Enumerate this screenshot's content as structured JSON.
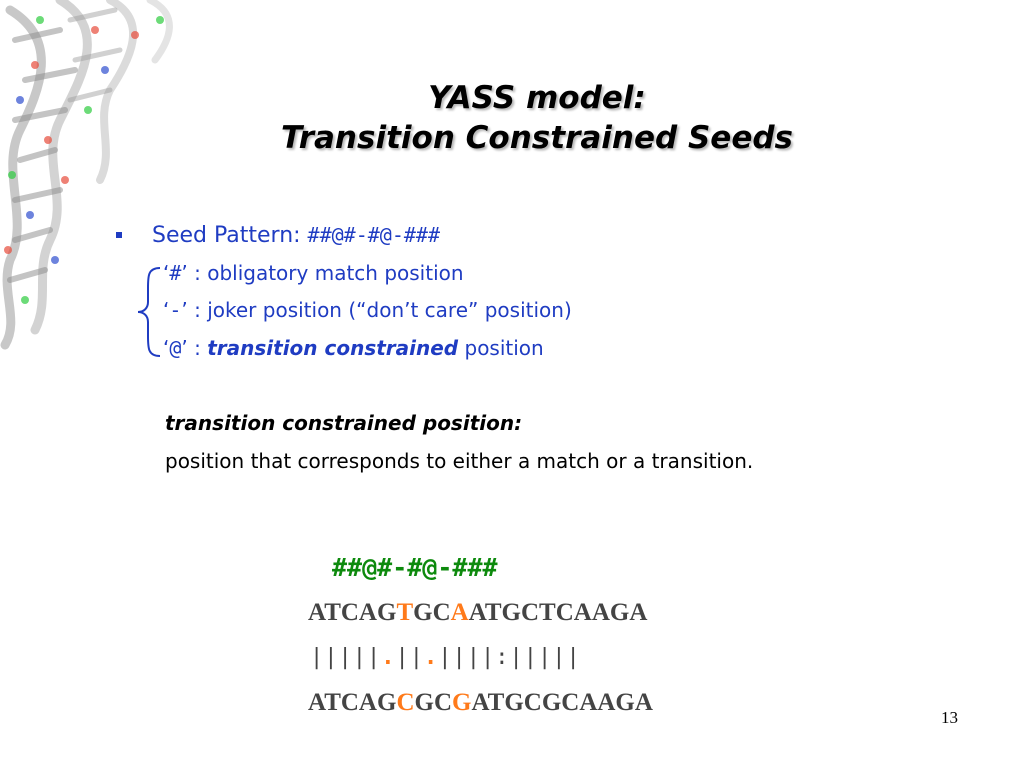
{
  "title": {
    "line1": "YASS model:",
    "line2": "Transition Constrained Seeds"
  },
  "bullet": {
    "label": "Seed Pattern: ",
    "pattern": "##@#-#@-###"
  },
  "definitions": [
    {
      "open": "‘",
      "symbol": "#",
      "close": "’ : ",
      "text": "obligatory match position",
      "emph": "",
      "after": ""
    },
    {
      "open": "‘",
      "symbol": "-",
      "close": "’ : ",
      "text": "joker position (“don’t care” position)",
      "emph": "",
      "after": ""
    },
    {
      "open": "‘",
      "symbol": "@",
      "close": "’ : ",
      "text": "",
      "emph": "transition constrained",
      "after": " position"
    }
  ],
  "note": {
    "heading": "transition constrained position:",
    "body": "position that corresponds to either a match or a transition."
  },
  "example": {
    "seed": "##@#-#@-###",
    "seq1": {
      "pre": "ATCAG",
      "h1": "T",
      "mid": "GC",
      "h2": "A",
      "post": "ATGCTCAAGA"
    },
    "match": {
      "a": "|||||",
      "d1": ".",
      "b": "||",
      "d2": ".",
      "c": "||||:|||||"
    },
    "seq2": {
      "pre": "ATCAG",
      "h1": "C",
      "mid": "GC",
      "h2": "G",
      "post": "ATGCGCAAGA"
    }
  },
  "page_number": "13",
  "colors": {
    "blue": "#1f3cc2",
    "green": "#0d8a0d",
    "orange": "#ff7a1a",
    "gray": "#444444"
  }
}
